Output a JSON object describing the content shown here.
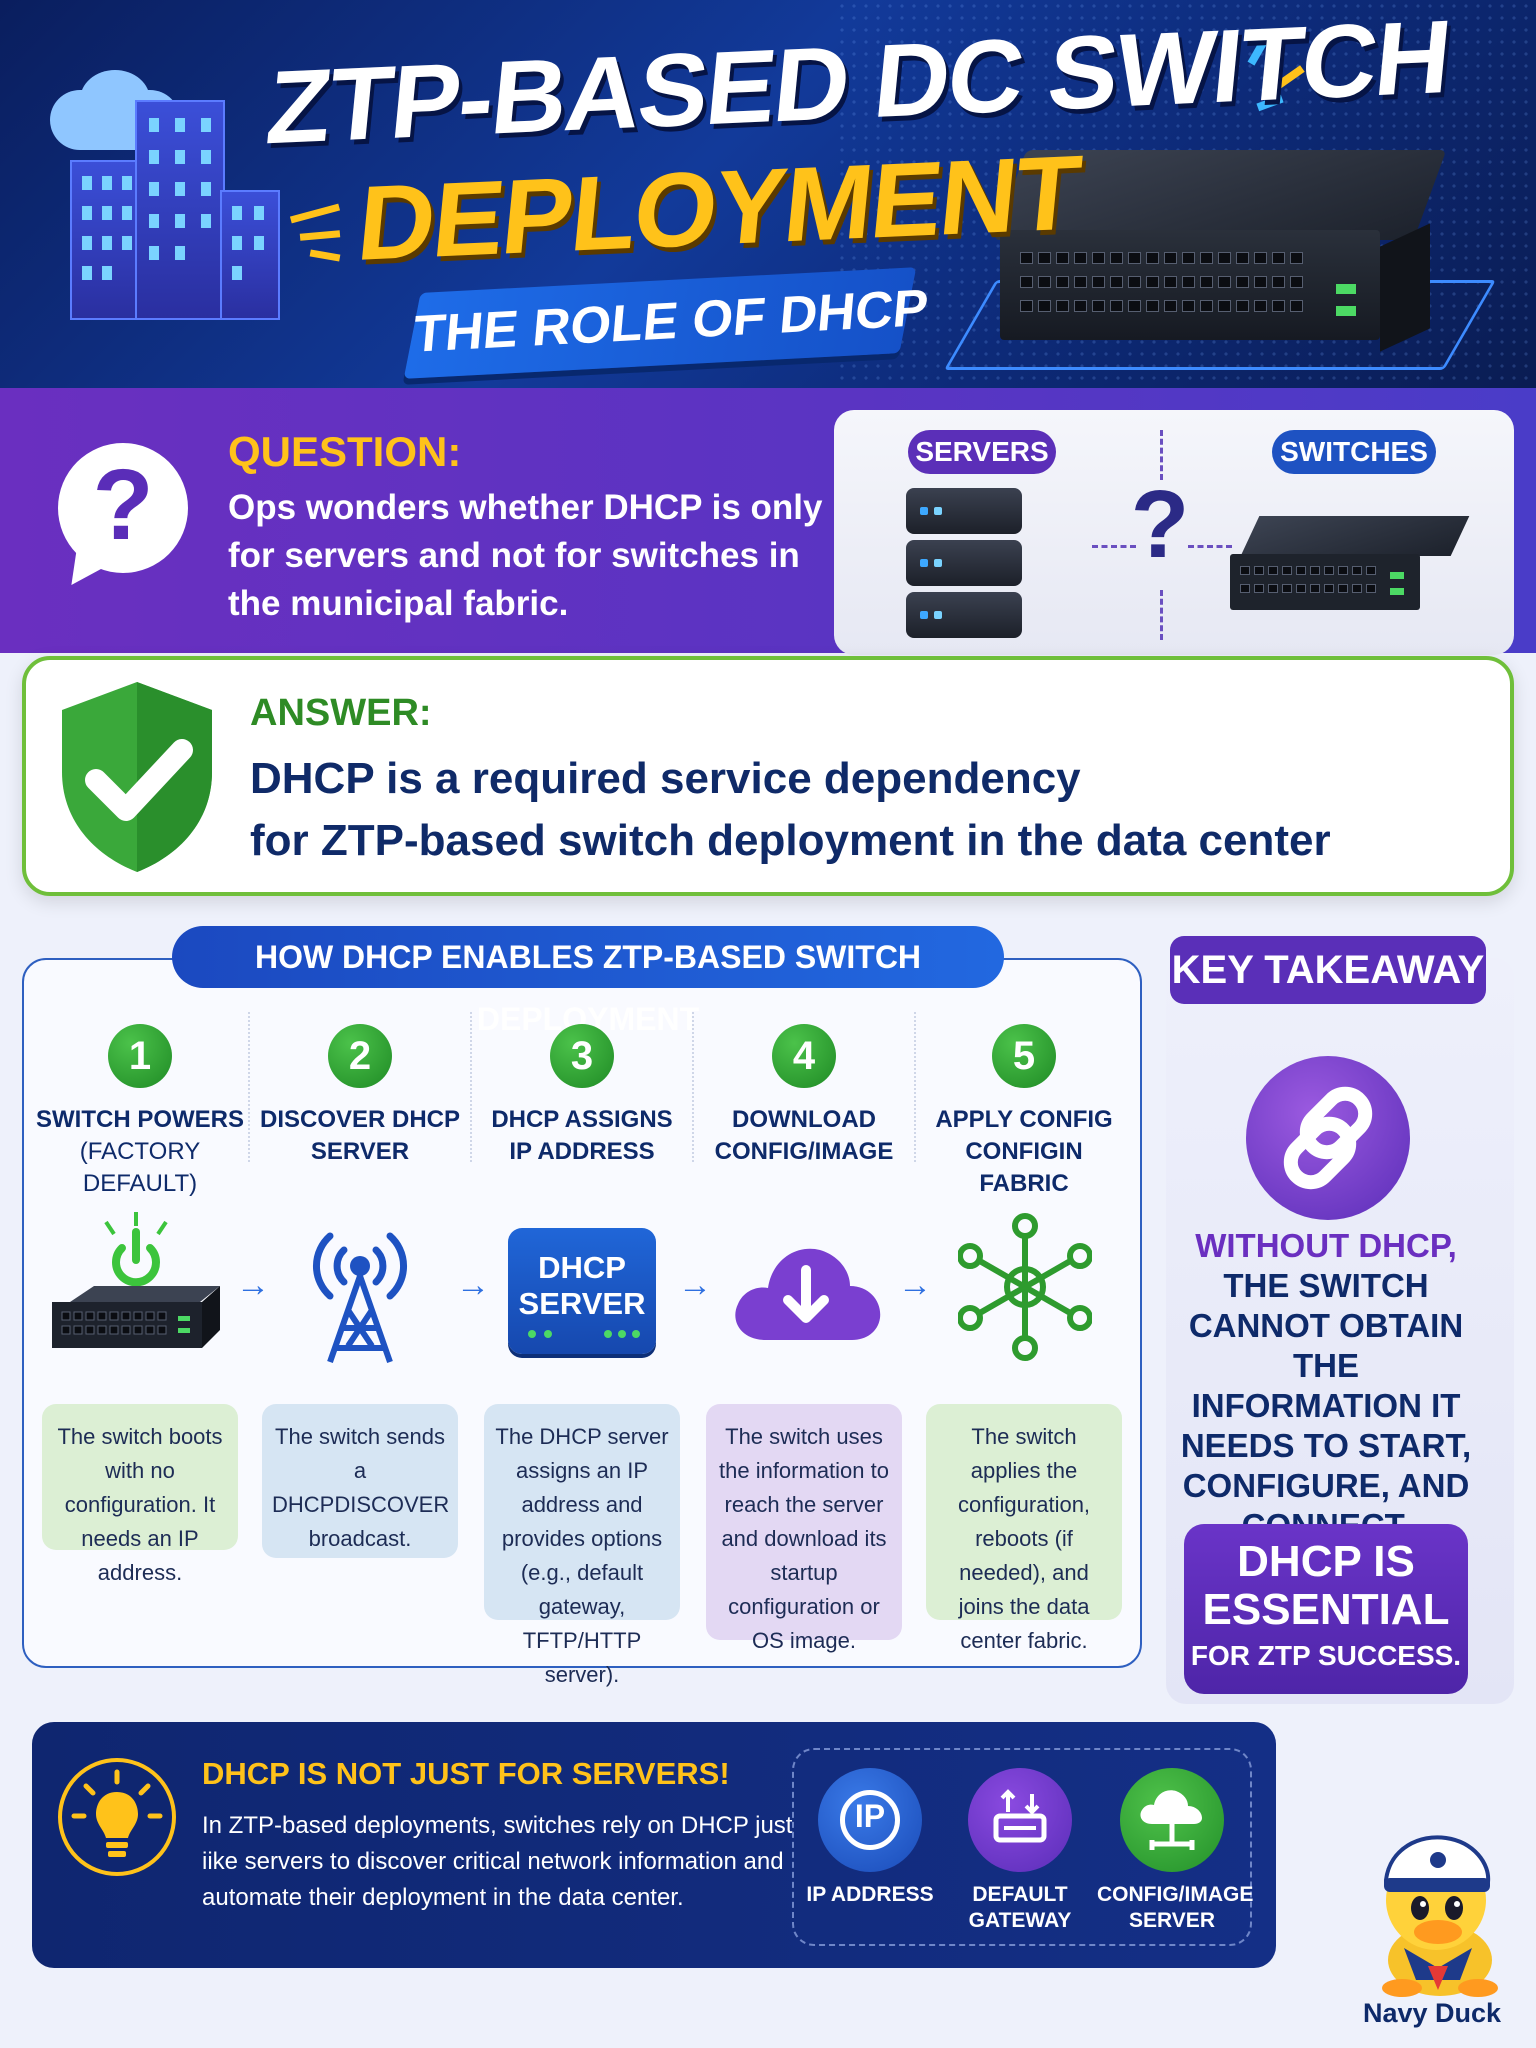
{
  "header": {
    "title_line1": "ZTP-BASED DC SWITCH",
    "title_line2": "DEPLOYMENT",
    "subtitle": "THE ROLE OF DHCP"
  },
  "question": {
    "label": "QUESTION:",
    "text": "Ops wonders whether DHCP is only for servers and not for switches in the municipal fabric.",
    "servers_pill": "SERVERS",
    "switches_pill": "SWITCHES",
    "mark": "?"
  },
  "answer": {
    "label": "ANSWER:",
    "text_line1": "DHCP is a required service dependency",
    "text_line2": "for ZTP-based switch deployment in the data center"
  },
  "how": {
    "title": "HOW DHCP ENABLES ZTP-BASED SWITCH DEPLOYMENT",
    "steps": [
      {
        "num": "1",
        "label_line1": "SWITCH POWERS",
        "label_line2": "(FACTORY DEFAULT)",
        "desc": "The switch boots with no configuration. It needs an IP address."
      },
      {
        "num": "2",
        "label_line1": "DISCOVER DHCP",
        "label_line2": "SERVER",
        "desc": "The switch sends a DHCPDISCOVER broadcast."
      },
      {
        "num": "3",
        "label_line1": "DHCP ASSIGNS",
        "label_line2": "IP ADDRESS",
        "desc": "The DHCP server assigns an IP address and provides options (e.g., default gateway, TFTP/HTTP server).",
        "icon_text_line1": "DHCP",
        "icon_text_line2": "SERVER"
      },
      {
        "num": "4",
        "label_line1": "DOWNLOAD",
        "label_line2": "CONFIG/IMAGE",
        "desc": "The switch uses the information to reach the server and download its startup configuration or OS image."
      },
      {
        "num": "5",
        "label_line1": "APPLY CONFIG",
        "label_line2": "CONFIGIN FABRIC",
        "desc": "The switch applies the configuration, reboots (if needed), and joins the data center fabric."
      }
    ]
  },
  "key": {
    "title": "KEY TAKEAWAY",
    "line_highlight": "WITHOUT DHCP,",
    "text_rest": "THE SWITCH CANNOT OBTAIN THE INFORMATION IT NEEDS TO START, CONFIGURE, AND CONNECT.",
    "box_line1": "DHCP IS",
    "box_line2": "ESSENTIAL",
    "box_line3": "FOR ZTP SUCCESS."
  },
  "tip": {
    "title": "DHCP IS NOT JUST FOR SERVERS!",
    "text": "In ZTP-based deployments, switches rely on DHCP just iike servers to discover critical network information and automate their deployment in the data center.",
    "icons": [
      {
        "label_line1": "IP ADDRESS",
        "label_line2": "",
        "glyph": "IP"
      },
      {
        "label_line1": "DEFAULT",
        "label_line2": "GATEWAY"
      },
      {
        "label_line1": "CONFIG/IMAGE",
        "label_line2": "SERVER"
      }
    ]
  },
  "mascot": {
    "name": "Navy Duck"
  },
  "colors": {
    "navy": "#0f2670",
    "purple": "#5a2fb8",
    "yellow": "#ffc21a",
    "green": "#2e8b25",
    "blue": "#1e52c2"
  }
}
